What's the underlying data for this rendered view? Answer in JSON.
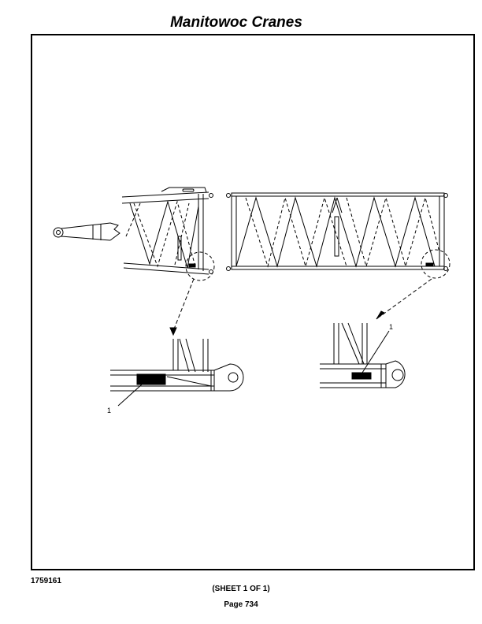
{
  "header": {
    "title": "Manitowoc Cranes"
  },
  "drawing": {
    "callouts": [
      "1",
      "1"
    ]
  },
  "footer": {
    "drawing_number": "1759161",
    "sheet": "(SHEET 1 OF 1)",
    "page": "Page 734"
  }
}
